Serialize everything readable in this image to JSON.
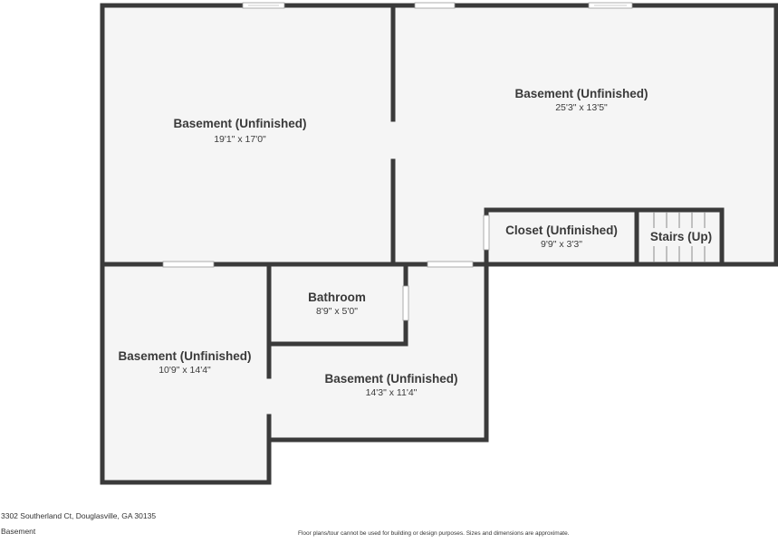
{
  "floor_plan": {
    "rooms": [
      {
        "id": "basement-1",
        "name": "Basement (Unfinished)",
        "dimensions": "19'1\" x 17'0\""
      },
      {
        "id": "basement-2",
        "name": "Basement (Unfinished)",
        "dimensions": "25'3\" x 13'5\""
      },
      {
        "id": "closet",
        "name": "Closet (Unfinished)",
        "dimensions": "9'9\" x 3'3\""
      },
      {
        "id": "stairs",
        "name": "Stairs (Up)",
        "dimensions": ""
      },
      {
        "id": "bathroom",
        "name": "Bathroom",
        "dimensions": "8'9\" x 5'0\""
      },
      {
        "id": "basement-3",
        "name": "Basement (Unfinished)",
        "dimensions": "10'9\" x 14'4\""
      },
      {
        "id": "basement-4",
        "name": "Basement (Unfinished)",
        "dimensions": "14'3\" x 11'4\""
      }
    ]
  },
  "footer": {
    "address": "3302 Southerland Ct, Douglasville, GA 30135",
    "floor_label": "Basement",
    "disclaimer": "Floor plans/tour cannot be used for building or design purposes. Sizes and dimensions are approximate."
  },
  "colors": {
    "wall": "#3a3a3a",
    "floor": "#f5f5f5",
    "opening": "#ffffff"
  }
}
